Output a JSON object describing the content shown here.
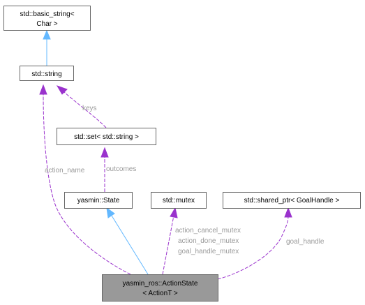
{
  "nodes": {
    "basic_string": {
      "line1": "std::basic_string<",
      "line2": "Char >"
    },
    "string": {
      "label": "std::string"
    },
    "set": {
      "label": "std::set< std::string >"
    },
    "state": {
      "label": "yasmin::State"
    },
    "mutex": {
      "label": "std::mutex"
    },
    "shared_ptr": {
      "label": "std::shared_ptr< GoalHandle >"
    },
    "action_state": {
      "line1": "yasmin_ros::ActionState",
      "line2": "< ActionT >"
    }
  },
  "edges": {
    "keys": "keys",
    "outcomes": "outcomes",
    "action_name": "action_name",
    "mutex_labels": [
      "action_cancel_mutex",
      "action_done_mutex",
      "goal_handle_mutex"
    ],
    "goal_handle": "goal_handle"
  },
  "colors": {
    "inheritance": "#63b8ff",
    "usage": "#9a32cd",
    "highlight_fill": "#999999",
    "border": "#666666",
    "edge_label": "#9a9a9a"
  }
}
